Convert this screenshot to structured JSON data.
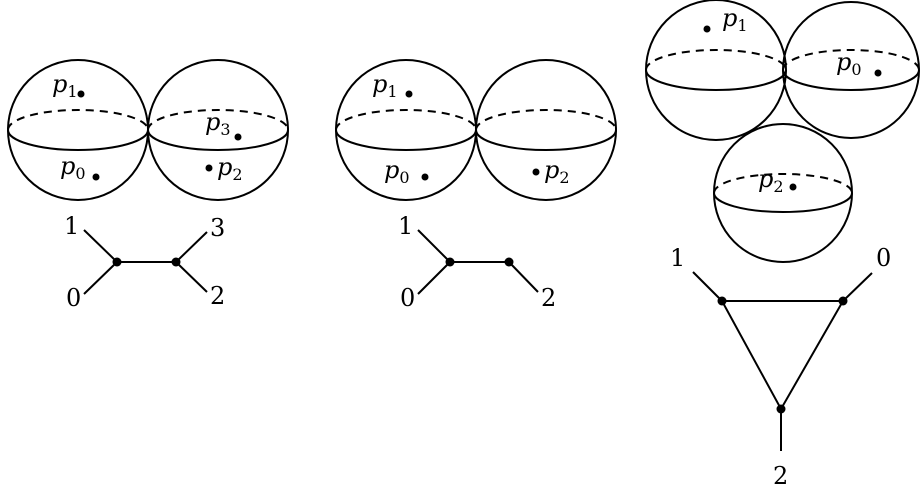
{
  "diagrams": [
    {
      "id": "left",
      "points": [
        {
          "name": "p",
          "sub": "1"
        },
        {
          "name": "p",
          "sub": "0"
        },
        {
          "name": "p",
          "sub": "3"
        },
        {
          "name": "p",
          "sub": "2"
        }
      ],
      "graph_labels": [
        "1",
        "0",
        "3",
        "2"
      ]
    },
    {
      "id": "middle",
      "points": [
        {
          "name": "p",
          "sub": "1"
        },
        {
          "name": "p",
          "sub": "0"
        },
        {
          "name": "p",
          "sub": "2"
        }
      ],
      "graph_labels": [
        "1",
        "0",
        "2"
      ]
    },
    {
      "id": "right",
      "points": [
        {
          "name": "p",
          "sub": "1"
        },
        {
          "name": "p",
          "sub": "0"
        },
        {
          "name": "p",
          "sub": "2"
        }
      ],
      "graph_labels": [
        "1",
        "0",
        "2"
      ]
    }
  ]
}
